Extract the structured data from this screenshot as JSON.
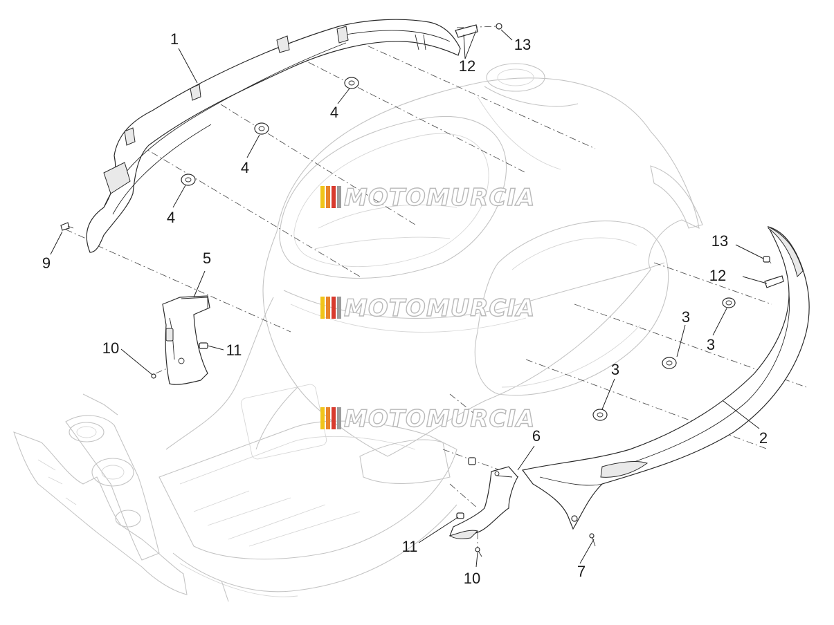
{
  "watermark": {
    "text": "MOTOMURCIA",
    "stripe_colors": [
      "#f0c419",
      "#e9842a",
      "#d83a2e",
      "#9c9c9c"
    ]
  },
  "callouts": {
    "c1": "1",
    "c2": "2",
    "c3a": "3",
    "c3b": "3",
    "c3c": "3",
    "c4a": "4",
    "c4b": "4",
    "c4c": "4",
    "c5": "5",
    "c6": "6",
    "c7": "7",
    "c9": "9",
    "c10a": "10",
    "c10b": "10",
    "c11a": "11",
    "c11b": "11",
    "c12a": "12",
    "c12b": "12",
    "c13a": "13",
    "c13b": "13"
  },
  "colors": {
    "line": "#2a2a2a",
    "ghost_body": "#c4c4c4",
    "background": "#ffffff"
  }
}
